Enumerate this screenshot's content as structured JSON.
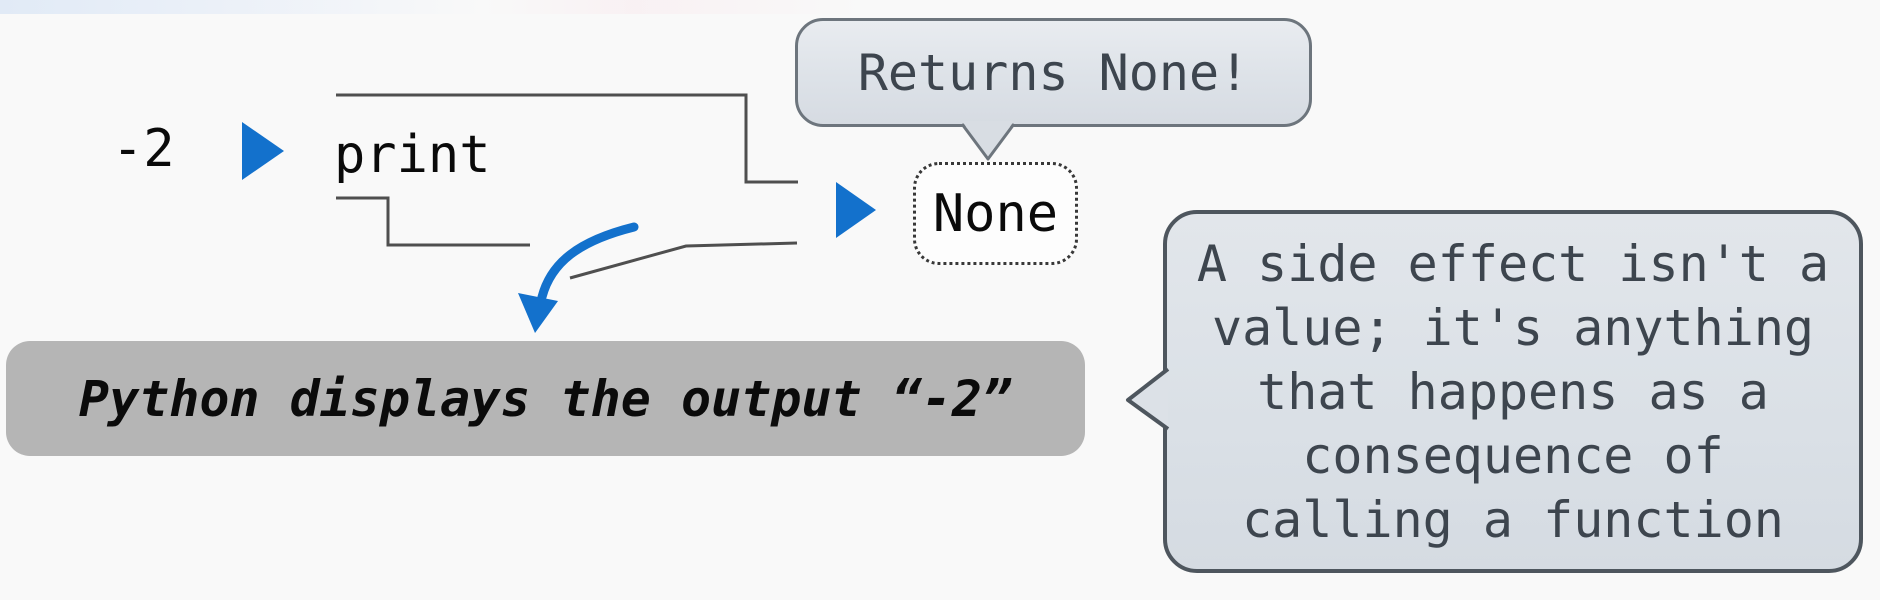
{
  "colors": {
    "background": "#f9f9f9",
    "accent_blue": "#1371cc",
    "connector_gray": "#4f4f4f",
    "speech_bubble_fill": "#dde2e8",
    "speech_bubble_border": "#4e565e",
    "output_box_fill": "#b5b5b5",
    "none_box_border": "#383838",
    "bubble_text": "#3d454e"
  },
  "expression": {
    "operand": "-2",
    "operator": "print"
  },
  "result": {
    "value": "None"
  },
  "returns_bubble": {
    "text": "Returns None!"
  },
  "output_box": {
    "text": "Python displays the output “-2”"
  },
  "side_effect_bubble": {
    "text": "A side effect isn't a\nvalue; it's anything\nthat happens as a\nconsequence of\ncalling a function"
  }
}
